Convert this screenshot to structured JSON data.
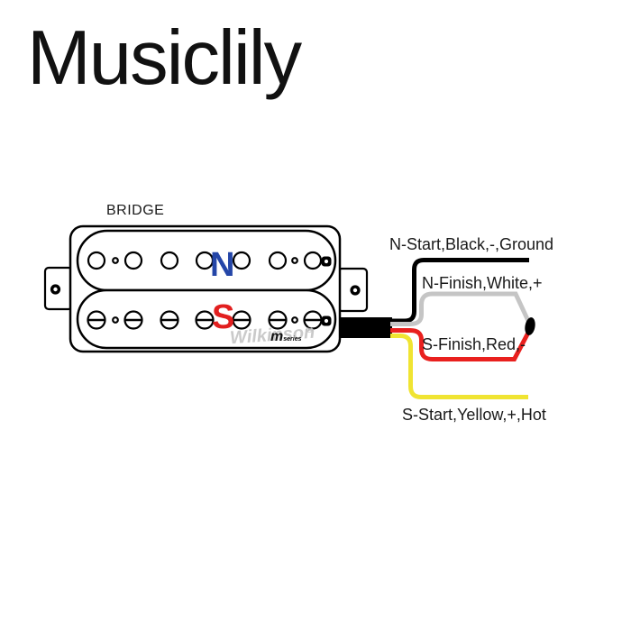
{
  "brand": {
    "name": "Musiclily"
  },
  "pickup": {
    "position_label": "BRIDGE",
    "coil_north_label": "N",
    "coil_south_label": "S",
    "watermark": "Wilkinson",
    "reg_mark": "®",
    "series_prefix": "m",
    "series_suffix": "series"
  },
  "wires": {
    "n_start": {
      "label": "N-Start,Black,-,Ground",
      "color": "#000000"
    },
    "n_finish": {
      "label": "N-Finish,White,+",
      "color": "#c5c5c5"
    },
    "s_finish": {
      "label": "S-Finish,Red,-",
      "color": "#e9201e"
    },
    "s_start": {
      "label": "S-Start,Yellow,+,Hot",
      "color": "#f0e432"
    }
  },
  "colors": {
    "north_letter": "#2446a8",
    "south_letter": "#e21f1f",
    "outline": "#000000",
    "background": "#ffffff",
    "watermark_gray": "#cacaca",
    "solder_joint": "#000000"
  }
}
